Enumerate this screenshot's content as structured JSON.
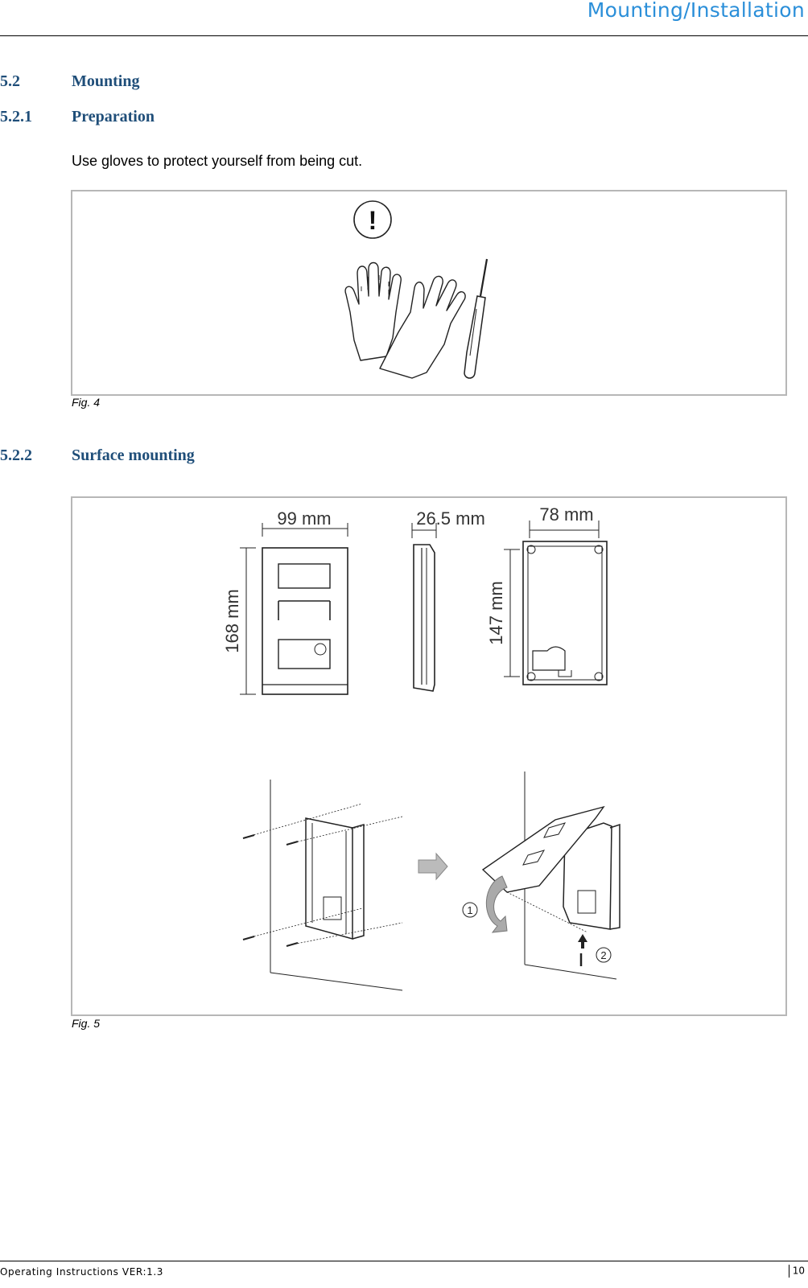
{
  "header": {
    "title": "Mounting/Installation"
  },
  "sections": {
    "s1": {
      "number": "5.2",
      "title": "Mounting"
    },
    "s2": {
      "number": "5.2.1",
      "title": "Preparation"
    },
    "s3": {
      "number": "5.2.2",
      "title": "Surface mounting"
    }
  },
  "body": {
    "preparation_text": "Use gloves to protect yourself from being cut."
  },
  "fig4": {
    "caption": "Fig. 4",
    "warning_symbol": "!",
    "icons": [
      "warning-icon",
      "gloves-icon",
      "screwdriver-icon"
    ]
  },
  "fig5": {
    "caption": "Fig. 5",
    "dimensions": {
      "width": "99 mm",
      "depth": "26.5 mm",
      "hole_width": "78 mm",
      "height": "168 mm",
      "hole_height": "147 mm"
    },
    "step1": "1",
    "step2": "2"
  },
  "footer": {
    "left": "Operating Instructions VER:1.3",
    "page": "10"
  },
  "colors": {
    "accent": "#2b8fd9",
    "heading": "#1f4e79",
    "frame": "#b7b7b7"
  }
}
